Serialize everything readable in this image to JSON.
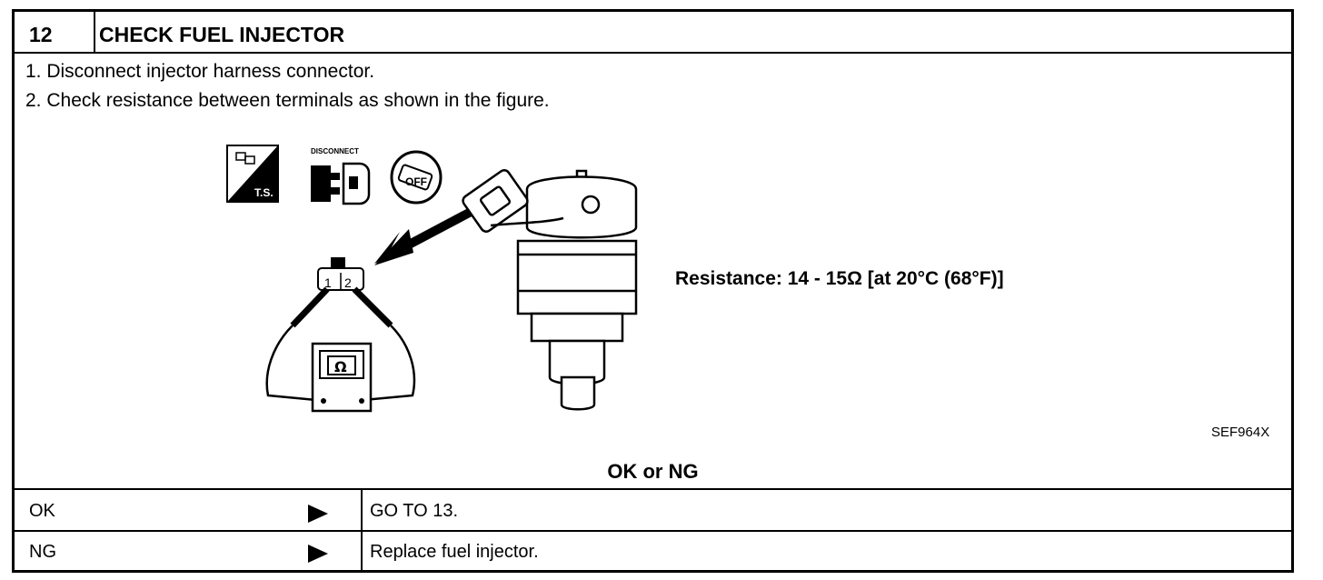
{
  "header": {
    "step_number": "12",
    "title": "CHECK FUEL INJECTOR"
  },
  "instructions": [
    "1.  Disconnect injector harness connector.",
    "2.  Check resistance between terminals as shown in the figure."
  ],
  "figure": {
    "ts_icon_text": "T.S.",
    "disconnect_label": "DISCONNECT",
    "ignition_label": "OFF",
    "terminal_labels": [
      "1",
      "2"
    ],
    "meter_symbol": "Ω",
    "spec_text": "Resistance: 14 - 15Ω  [at 20°C (68°F)]",
    "figure_code": "SEF964X"
  },
  "result_question": "OK or NG",
  "results": [
    {
      "label": "OK",
      "action": "GO TO 13."
    },
    {
      "label": "NG",
      "action": "Replace fuel injector."
    }
  ]
}
